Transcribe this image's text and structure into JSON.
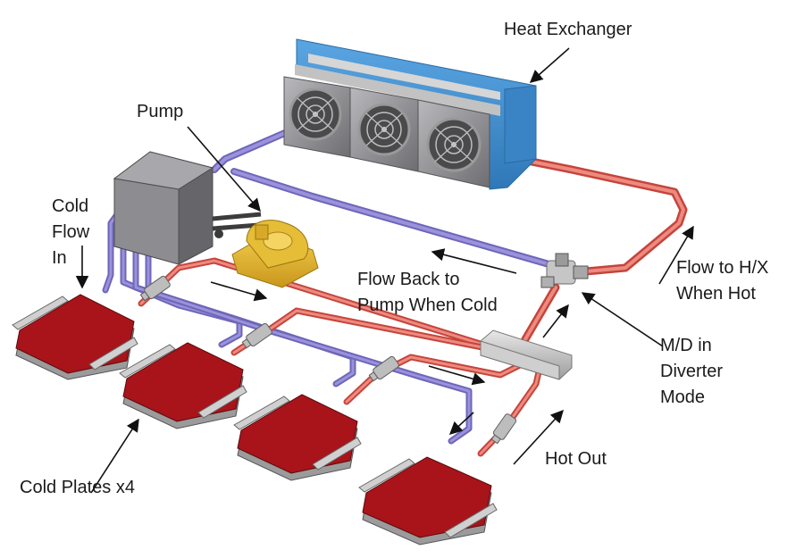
{
  "labels": {
    "heat_exchanger": "Heat Exchanger",
    "pump": "Pump",
    "cold_flow_in": [
      "Cold",
      "Flow",
      "In"
    ],
    "flow_back": [
      "Flow Back to",
      "Pump When Cold"
    ],
    "flow_to_hx": [
      "Flow to H/X",
      "When Hot"
    ],
    "md_diverter": [
      "M/D in",
      "Diverter",
      "Mode"
    ],
    "hot_out": "Hot Out",
    "cold_plates": "Cold Plates x4"
  },
  "colors": {
    "cold_pipe": "#8f86d3",
    "hot_pipe": "#e0695f",
    "heat_exchanger_body": "#3f8fd0",
    "fan_housing": "#7d7d80",
    "pump_body": "#e2b52a",
    "reservoir": "#8c8c90",
    "cold_plate": "#b3171d",
    "manifold": "#c9c9c9"
  },
  "icons": {
    "fan": "fan-icon",
    "arrow": "arrow-icon"
  }
}
